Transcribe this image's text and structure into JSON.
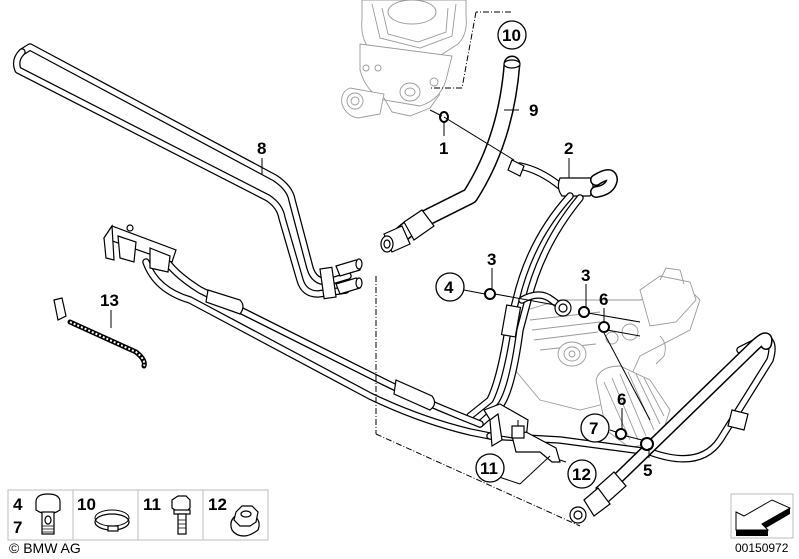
{
  "diagram": {
    "title": "Power steering lines parts diagram",
    "callouts": [
      {
        "id": "c1",
        "label": "1",
        "circled": false
      },
      {
        "id": "c2",
        "label": "2",
        "circled": false
      },
      {
        "id": "c3a",
        "label": "3",
        "circled": false
      },
      {
        "id": "c3b",
        "label": "3",
        "circled": false
      },
      {
        "id": "c4",
        "label": "4",
        "circled": true
      },
      {
        "id": "c5",
        "label": "5",
        "circled": false
      },
      {
        "id": "c6a",
        "label": "6",
        "circled": false
      },
      {
        "id": "c6b",
        "label": "6",
        "circled": false
      },
      {
        "id": "c7",
        "label": "7",
        "circled": true
      },
      {
        "id": "c8",
        "label": "8",
        "circled": false
      },
      {
        "id": "c9",
        "label": "9",
        "circled": false
      },
      {
        "id": "c10",
        "label": "10",
        "circled": true
      },
      {
        "id": "c11",
        "label": "11",
        "circled": true
      },
      {
        "id": "c12",
        "label": "12",
        "circled": true
      },
      {
        "id": "c13",
        "label": "13",
        "circled": false
      }
    ]
  },
  "legend": {
    "cells": [
      {
        "labels": [
          "4",
          "7"
        ],
        "part": "hollow bolt"
      },
      {
        "labels": [
          "10"
        ],
        "part": "hose clamp"
      },
      {
        "labels": [
          "11"
        ],
        "part": "hex bolt"
      },
      {
        "labels": [
          "12"
        ],
        "part": "hex nut"
      }
    ]
  },
  "footer": {
    "copyright": "© BMW AG",
    "image_number": "00150972",
    "direction_icon": "front-direction-arrow-icon"
  }
}
